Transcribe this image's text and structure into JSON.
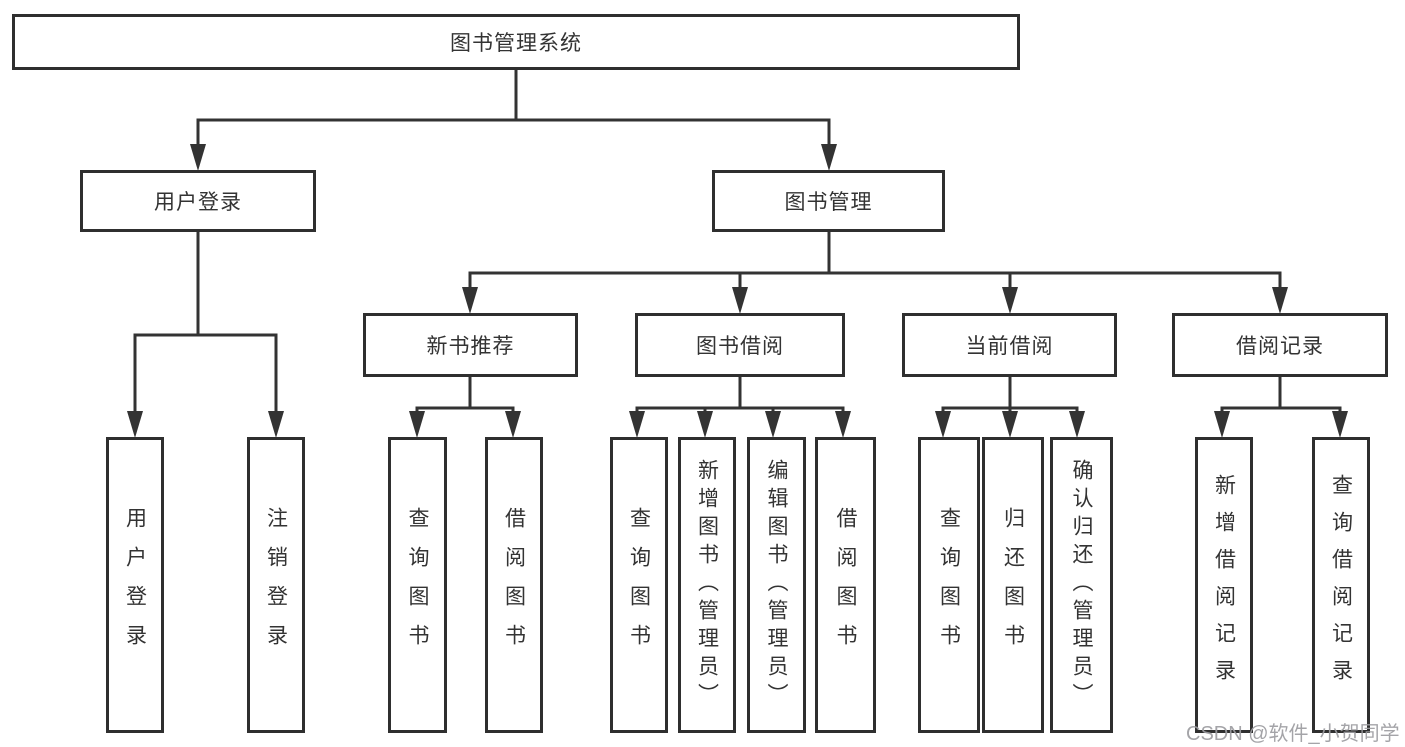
{
  "diagram": {
    "type": "hierarchy-tree",
    "line_color": "#333333",
    "watermark": "CSDN @软件_小贺同学",
    "nodes": {
      "root": {
        "label": "图书管理系统"
      },
      "user_login": {
        "label": "用户登录"
      },
      "book_mgmt": {
        "label": "图书管理"
      },
      "new_book": {
        "label": "新书推荐"
      },
      "book_borrow": {
        "label": "图书借阅"
      },
      "current_borrow": {
        "label": "当前借阅"
      },
      "borrow_record": {
        "label": "借阅记录"
      },
      "leaf_user_login": {
        "label": "用户登录"
      },
      "leaf_logout": {
        "label": "注销登录"
      },
      "leaf_nb_query": {
        "label": "查询图书"
      },
      "leaf_nb_borrow": {
        "label": "借阅图书"
      },
      "leaf_bb_query": {
        "label": "查询图书"
      },
      "leaf_bb_add": {
        "label": "新增图书（管理员）"
      },
      "leaf_bb_edit": {
        "label": "编辑图书（管理员）"
      },
      "leaf_bb_borrow": {
        "label": "借阅图书"
      },
      "leaf_cb_query": {
        "label": "查询图书"
      },
      "leaf_cb_return": {
        "label": "归还图书"
      },
      "leaf_cb_confirm": {
        "label": "确认归还（管理员）"
      },
      "leaf_br_add": {
        "label": "新增借阅记录"
      },
      "leaf_br_query": {
        "label": "查询借阅记录"
      }
    },
    "hierarchy": {
      "图书管理系统": {
        "用户登录": [
          "用户登录",
          "注销登录"
        ],
        "图书管理": {
          "新书推荐": [
            "查询图书",
            "借阅图书"
          ],
          "图书借阅": [
            "查询图书",
            "新增图书（管理员）",
            "编辑图书（管理员）",
            "借阅图书"
          ],
          "当前借阅": [
            "查询图书",
            "归还图书",
            "确认归还（管理员）"
          ],
          "借阅记录": [
            "新增借阅记录",
            "查询借阅记录"
          ]
        }
      }
    }
  }
}
